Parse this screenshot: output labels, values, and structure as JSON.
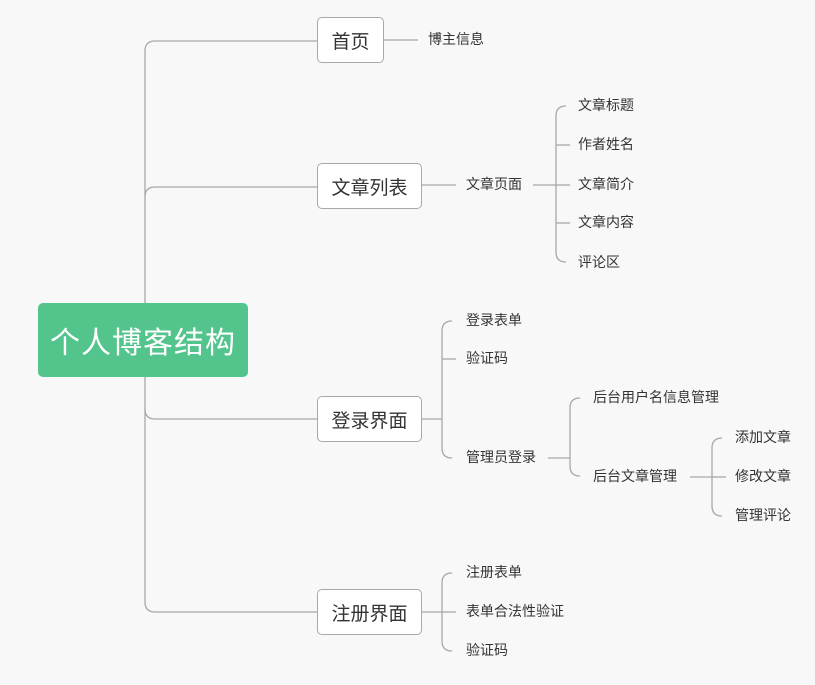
{
  "diagram": {
    "root": "个人博客结构",
    "branches": {
      "home": {
        "label": "首页",
        "children": [
          "博主信息"
        ]
      },
      "articles": {
        "label": "文章列表",
        "page": {
          "label": "文章页面",
          "children": [
            "文章标题",
            "作者姓名",
            "文章简介",
            "文章内容",
            "评论区"
          ]
        }
      },
      "login": {
        "label": "登录界面",
        "children": [
          "登录表单",
          "验证码"
        ],
        "admin": {
          "label": "管理员登录",
          "user_mgmt": "后台用户名信息管理",
          "article_mgmt": {
            "label": "后台文章管理",
            "children": [
              "添加文章",
              "修改文章",
              "管理评论"
            ]
          }
        }
      },
      "register": {
        "label": "注册界面",
        "children": [
          "注册表单",
          "表单合法性验证",
          "验证码"
        ]
      }
    }
  },
  "colors": {
    "root_bg": "#52c48c",
    "root_text": "#ffffff",
    "line": "#a8a8a8",
    "box_border": "#a8a8a8",
    "background": "#f8f8f8"
  }
}
